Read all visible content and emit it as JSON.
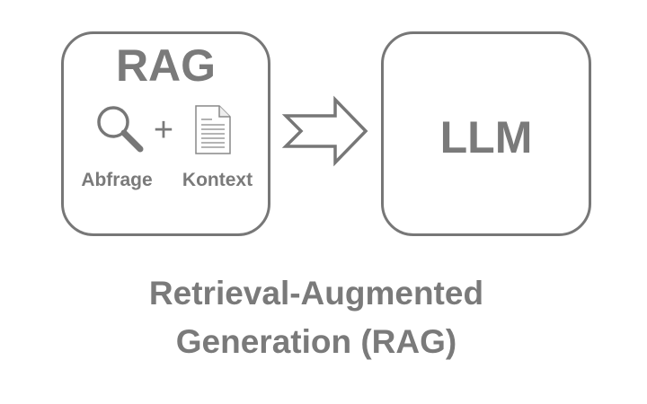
{
  "rag_box": {
    "title": "RAG",
    "plus": "+",
    "query_label": "Abfrage",
    "context_label": "Kontext"
  },
  "llm_box": {
    "title": "LLM"
  },
  "caption": {
    "line1": "Retrieval-Augmented",
    "line2": "Generation (RAG)"
  },
  "colors": {
    "stroke": "#777777",
    "text": "#7a7a7a"
  }
}
